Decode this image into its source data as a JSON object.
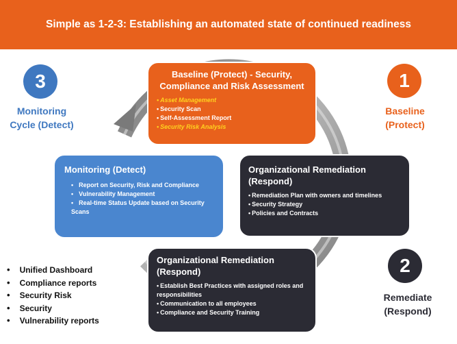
{
  "banner": {
    "title": "Simple as 1-2-3: Establishing an automated state of continued readiness"
  },
  "stages": {
    "baseline": {
      "number": "1",
      "label_line1": "Baseline",
      "label_line2": "(Protect)"
    },
    "remediate": {
      "number": "2",
      "label_line1": "Remediate",
      "label_line2": "(Respond)"
    },
    "monitoring": {
      "number": "3",
      "label_line1": "Monitoring",
      "label_line2": "Cycle (Detect)"
    }
  },
  "boxes": {
    "baseline": {
      "title_line1": "Baseline (Protect) - Security,",
      "title_line2": "Compliance and Risk  Assessment",
      "items": [
        "Asset Management",
        "Security Scan",
        "Self-Assessment  Report",
        "Security Risk Analysis"
      ]
    },
    "monitoring": {
      "title": "Monitoring  (Detect)",
      "items": [
        "Report on Security, Risk and Compliance",
        "Vulnerability  Management",
        "Real-time  Status Update based on Security Scans"
      ]
    },
    "remediation_right": {
      "title_line1": "Organizational Remediation",
      "title_line2": "(Respond)",
      "items": [
        "Remediation Plan  with owners and timelines",
        "Security Strategy",
        "Policies  and  Contracts"
      ]
    },
    "remediation_bottom": {
      "title_line1": "Organizational Remediation",
      "title_line2": "(Respond)",
      "items": [
        "Establish  Best Practices with  assigned roles and responsibilities",
        "Communication   to all employees",
        "Compliance   and   Security Training"
      ]
    }
  },
  "side_list": [
    "Unified Dashboard",
    "Compliance reports",
    "Security Risk",
    "Security",
    "Vulnerability reports"
  ],
  "colors": {
    "orange": "#e8611c",
    "blue": "#4a86cf",
    "dark": "#2b2b34",
    "highlight": "#ffd21f",
    "ring": "#8a8a8a"
  }
}
